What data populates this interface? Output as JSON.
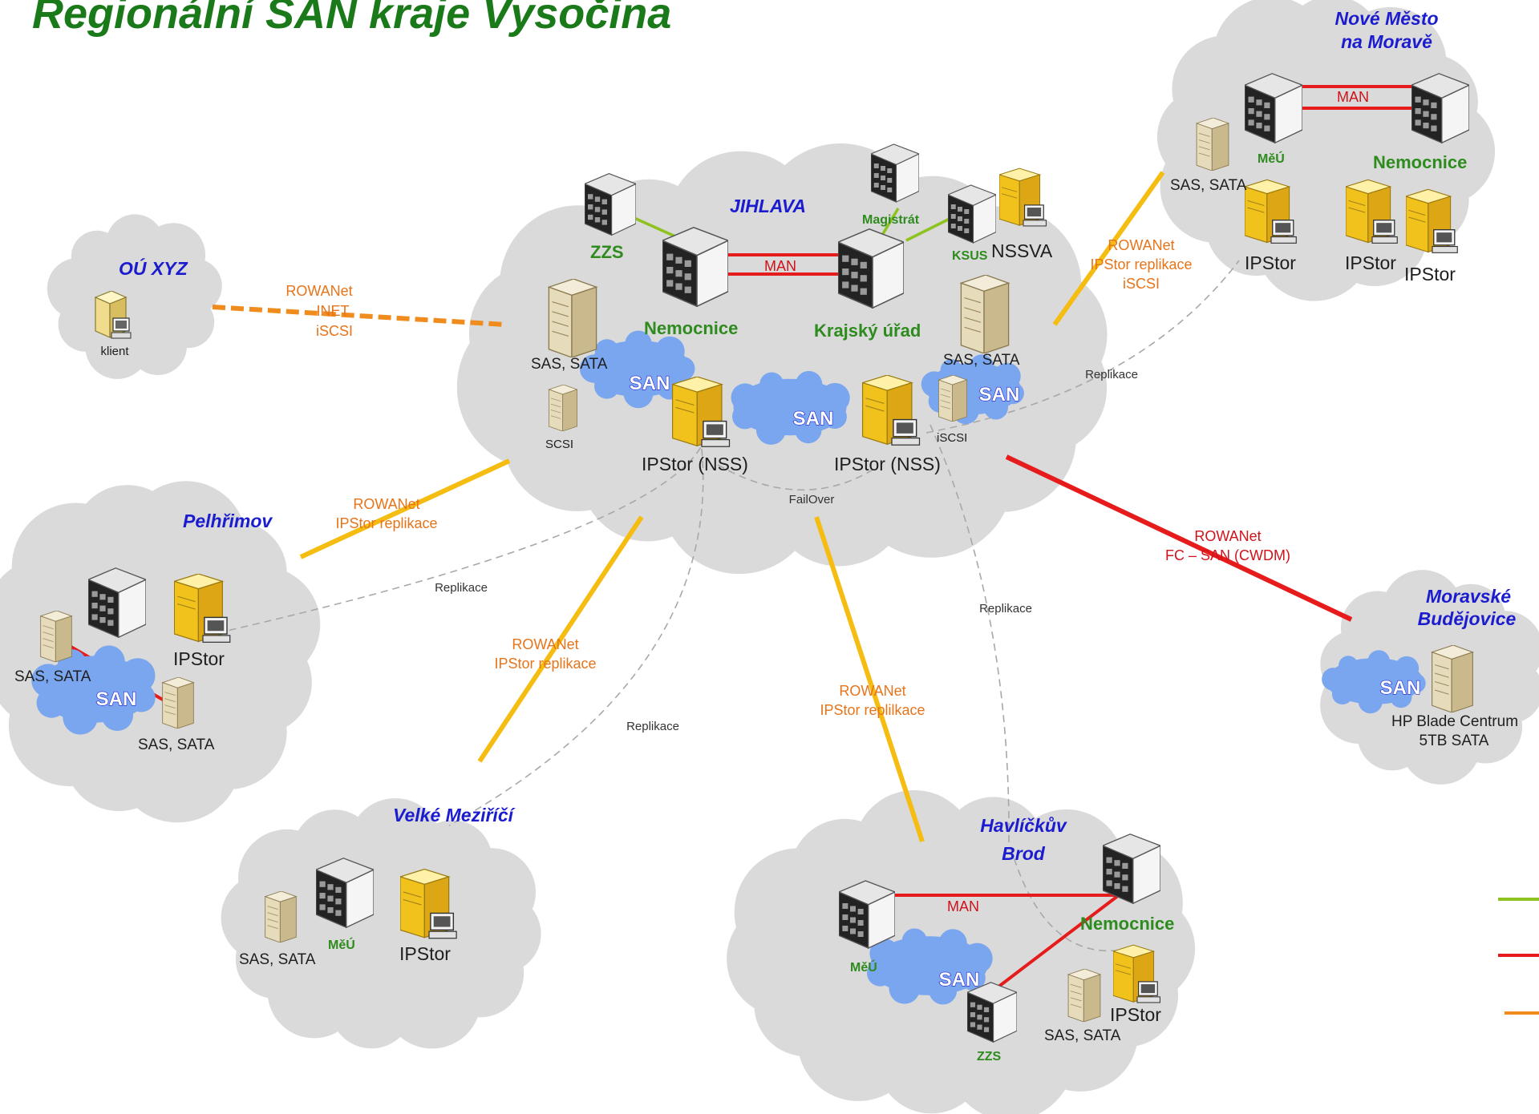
{
  "title": "Regionální SAN kraje Vysočina",
  "colors": {
    "fc_san_line": "#e61b1b",
    "ip_line": "#f5bd12",
    "inet_line": "#f08c1e",
    "man_line": "#e61b1b",
    "lan_line": "#8ec21f",
    "replication_line": "#a8a8a8",
    "cloud": "#dadada",
    "san_cloud": "#7aa6ef",
    "region_text": "#1c1ccf",
    "node_text": "#2e8b1e",
    "link_text": "#e8741a"
  },
  "icons": {
    "black_server": "black-server-icon",
    "storage_tower": "beige-storage-icon",
    "ipstor_server": "yellow-ipstor-server-icon",
    "client_pc": "client-pc-icon"
  },
  "regions": {
    "jihlava": "JIHLAVA",
    "ou_xyz": "OÚ XYZ",
    "pelhrimov": "Pelhřimov",
    "velke_mezirici": "Velké Meziříčí",
    "havlickuv_brod": [
      "Havlíčkův",
      "Brod"
    ],
    "nove_mesto": [
      "Nové Město",
      "na Moravě"
    ],
    "moravske_budejovice": [
      "Moravské",
      "Budějovice"
    ]
  },
  "labels": {
    "zzs": "ZZS",
    "nemocnice": "Nemocnice",
    "krajsky_urad": "Krajský úřad",
    "magistrat": "Magistrát",
    "ksus": "KSUS",
    "nssva": "NSSVA",
    "sas_sata": "SAS, SATA",
    "san": "SAN",
    "scsi": "SCSI",
    "iscsi": "iSCSI",
    "ipstor_nss": "IPStor (NSS)",
    "ipstor": "IPStor",
    "meu": "MěÚ",
    "klient": "klient",
    "man": "MAN",
    "failover": "FailOver",
    "replikace": "Replikace",
    "hp_blade": [
      "HP Blade Centrum",
      "5TB SATA"
    ],
    "pelhrimov_meu_partial": "..."
  },
  "links": {
    "ou_xyz": [
      "ROWANet",
      "INET",
      "iSCSI"
    ],
    "pelhrimov": [
      "ROWANet",
      "IPStor replikace"
    ],
    "velke_mezirici": [
      "ROWANet",
      "IPStor replikace"
    ],
    "havlickuv_brod": [
      "ROWANet",
      "IPStor replilkace"
    ],
    "moravske_budejovice": [
      "ROWANet",
      "FC – SAN (CWDM)"
    ],
    "nove_mesto": [
      "ROWANet",
      "IPStor replikace",
      "iSCSI"
    ]
  }
}
